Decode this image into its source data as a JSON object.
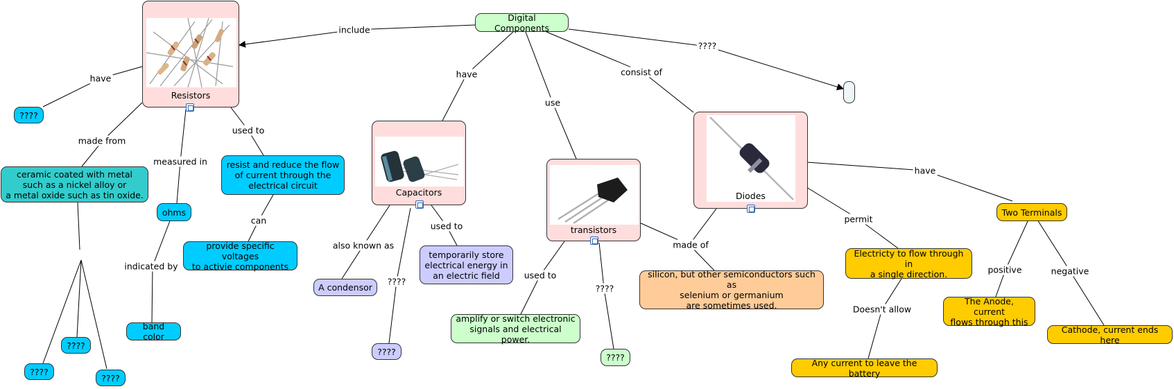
{
  "colors": {
    "green": "#ccffcc",
    "cyan": "#00ccff",
    "teal": "#33cccc",
    "lavender": "#ccccff",
    "orange": "#ffcc99",
    "yellow": "#ffcc00",
    "pink": "#ffdddd",
    "paleblue": "#eef6fa"
  },
  "concepts": {
    "digital_components": "Digital Components",
    "resistors": "Resistors",
    "capacitors": "Capacitors",
    "transistors": "transistors",
    "diodes": "Diodes",
    "unknown_target": "",
    "res_have": "????",
    "ceramic": "ceramic coated with metal\nsuch as a nickel alloy or\na metal oxide such as tin oxide.",
    "ohms": "ohms",
    "band_color": "band color",
    "resist_flow": "resist and reduce the flow\nof current through the\nelectrical circuit",
    "provide_voltages": "provide specific voltages\nto activie components",
    "q_left": "????",
    "q_mid": "????",
    "q_right": "????",
    "condensor": "A condensor",
    "cap_q": "????",
    "temp_store": "temporarily store\nelectrical energy in\nan electric field",
    "amplify": "amplify or switch electronic\nsignals and electrical power.",
    "trans_q": "????",
    "silicon": "silicon, but other semiconductors such as\nselenium or germanium\nare sometimes used.",
    "electricity_flow": "Electricty to flow through in\na single direction.",
    "any_current": "Any current to leave the battery",
    "two_terminals": "Two Terminals",
    "anode": "The Anode, current\nflows through this",
    "cathode": "Cathode, current ends here"
  },
  "linking_phrases": {
    "include": "include",
    "q_top": "????",
    "have_caps": "have",
    "use": "use",
    "consist_of": "consist of",
    "res_have": "have",
    "made_from": "made from",
    "measured_in": "measured in",
    "used_to_res": "used to",
    "indicated_by": "indicated by",
    "can": "can",
    "also_known_as": "also known as",
    "cap_q": "????",
    "used_to_cap": "used to",
    "used_to_trans": "used to",
    "trans_q": "????",
    "made_of": "made of",
    "permit": "permit",
    "doesnt_allow": "Doesn't allow",
    "diode_have": "have",
    "positive": "positive",
    "negative": "negative"
  }
}
